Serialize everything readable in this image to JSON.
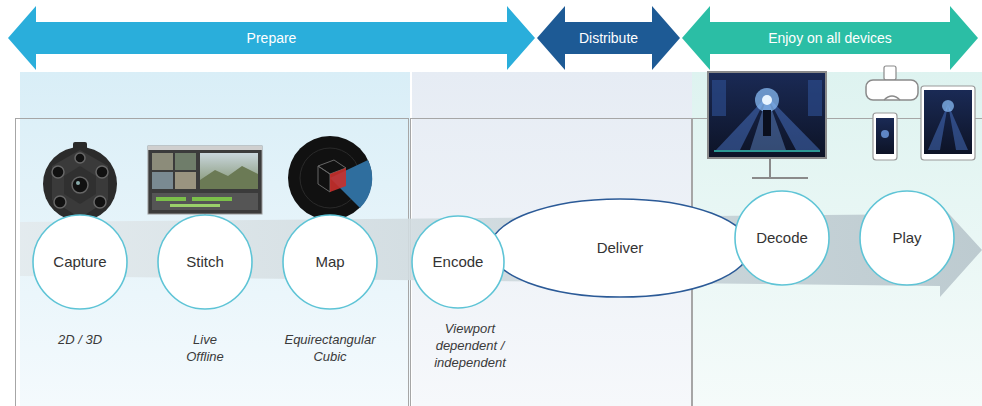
{
  "diagram": {
    "nodes": [
      {
        "text": [
          "Prepare"
        ]
      },
      {
        "text": [
          "Distribute"
        ]
      },
      {
        "text": [
          "Enjoy on all devices"
        ]
      },
      {
        "text": [
          "Capture"
        ]
      },
      {
        "text": [
          "Stitch"
        ]
      },
      {
        "text": [
          "Map"
        ]
      },
      {
        "text": [
          "Encode"
        ]
      },
      {
        "text": [
          "Deliver"
        ]
      },
      {
        "text": [
          "Decode"
        ]
      },
      {
        "text": [
          "Play"
        ]
      }
    ],
    "labels": [
      "2D / 3D",
      "Live Offline",
      "Equirectangular Cubic",
      "Viewport dependent / independent"
    ]
  }
}
